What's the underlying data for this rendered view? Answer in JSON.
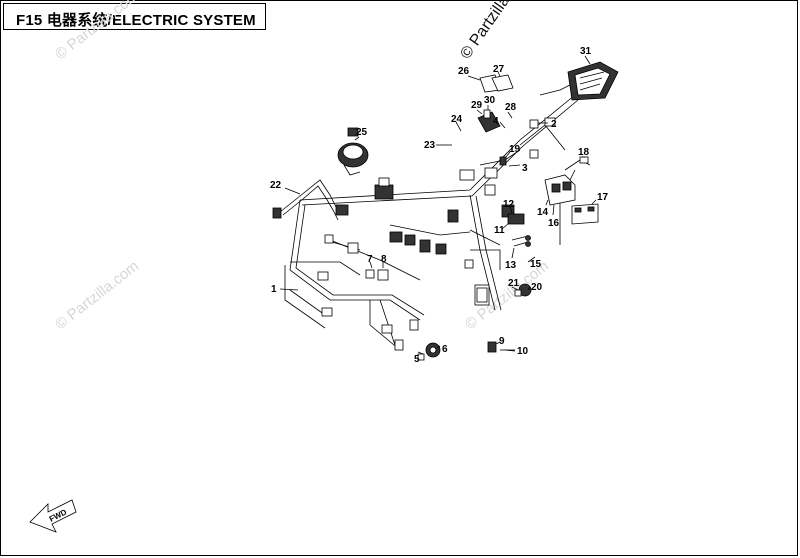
{
  "header": {
    "title": "F15 电器系统/ELECTRIC SYSTEM"
  },
  "watermarks": {
    "main": "© Partzilla.com",
    "faded": "© Partzilla.com"
  },
  "fwd_arrow": {
    "label": "FWD"
  },
  "callouts": [
    "1",
    "2",
    "3",
    "4",
    "5",
    "6",
    "7",
    "8",
    "9",
    "10",
    "11",
    "12",
    "13",
    "14",
    "15",
    "16",
    "17",
    "18",
    "19",
    "20",
    "21",
    "22",
    "23",
    "24",
    "25",
    "26",
    "27",
    "28",
    "29",
    "30",
    "31"
  ]
}
